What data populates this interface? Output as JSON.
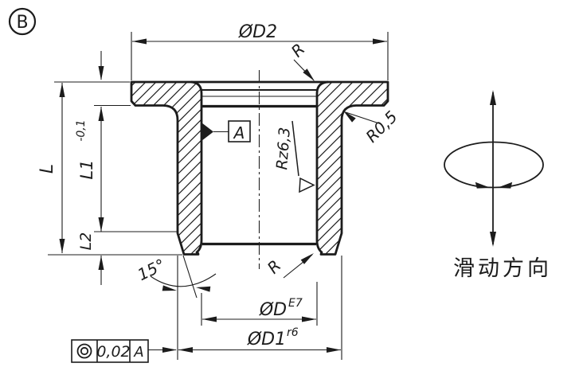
{
  "colors": {
    "line": "#1c1c1c",
    "background": "#ffffff"
  },
  "view": {
    "label": "B"
  },
  "dimensions": {
    "d2": "ØD2",
    "radius_top": "R",
    "radius_fillet": "R0,5",
    "length_total": "L",
    "length_l1": "L1",
    "length_l1_tolerance": "-0,1",
    "length_l2": "L2",
    "chamfer_angle": "15°",
    "bore_diameter": "ØD",
    "bore_tolerance": "E7",
    "outer_diameter": "ØD1",
    "outer_tolerance": "r6",
    "radius_bottom": "R"
  },
  "surface": {
    "roughness": "Rz6,3"
  },
  "datum": {
    "label": "A"
  },
  "feature_control_frame": {
    "symbol_name": "concentricity-icon",
    "tolerance": "0,02",
    "datum_ref": "A"
  },
  "direction_indicator": {
    "caption": "滑动方向"
  }
}
